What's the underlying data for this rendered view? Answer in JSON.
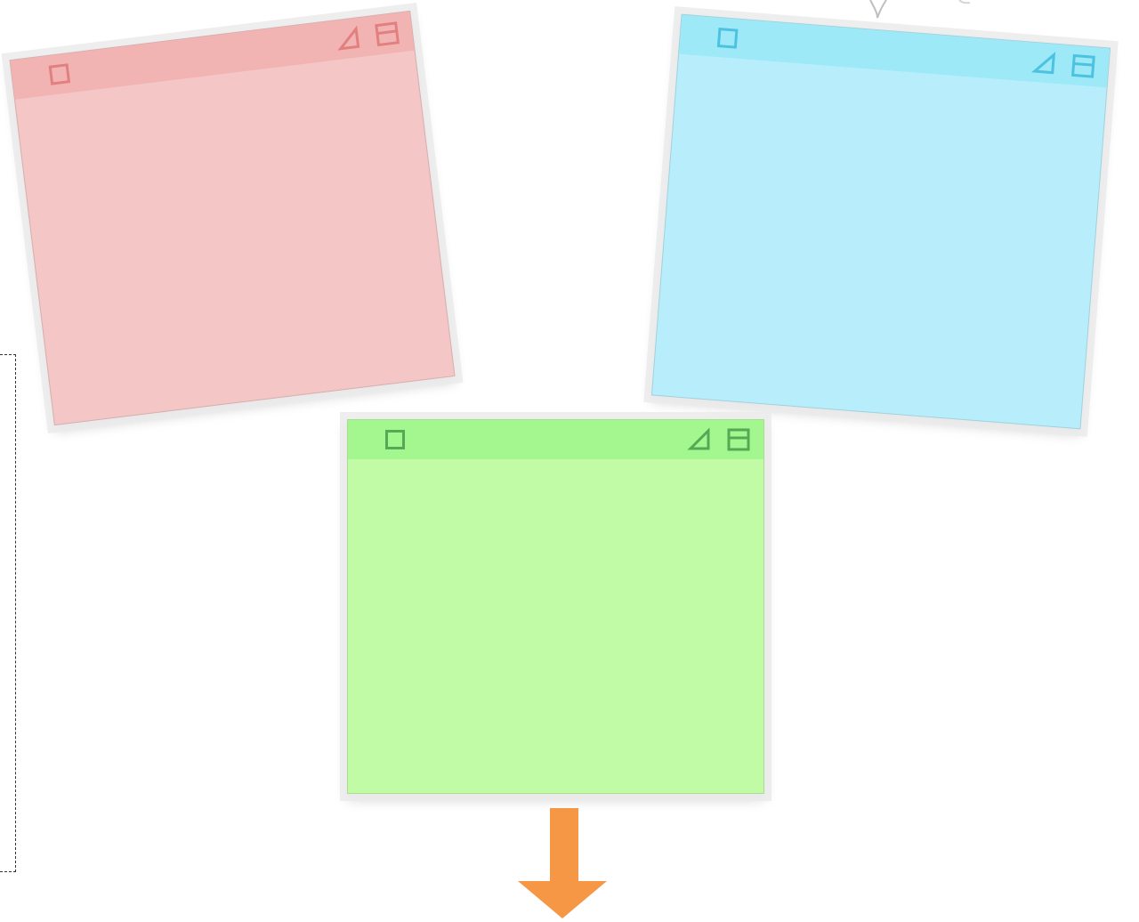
{
  "notes": [
    {
      "id": "pink",
      "color_name": "pink",
      "title_bar_color": "#f2b3b3",
      "body_color": "#f4c6c6",
      "icon_color": "#e28080",
      "icons": [
        "close-icon",
        "collapse-triangle-icon",
        "layout-icon"
      ],
      "text": ""
    },
    {
      "id": "blue",
      "color_name": "blue",
      "title_bar_color": "#9ee9f7",
      "body_color": "#b8eefb",
      "icon_color": "#4cc2e0",
      "icons": [
        "close-icon",
        "collapse-triangle-icon",
        "layout-icon"
      ],
      "text": ""
    },
    {
      "id": "green",
      "color_name": "green",
      "title_bar_color": "#a4f78e",
      "body_color": "#c2fba6",
      "icon_color": "#55a955",
      "icons": [
        "close-icon",
        "collapse-triangle-icon",
        "layout-icon"
      ],
      "text": ""
    }
  ],
  "arrow_color": "#f59745",
  "arrow_direction": "down",
  "dashed_frame_color": "#333333",
  "colors": {
    "background": "#ffffff"
  }
}
